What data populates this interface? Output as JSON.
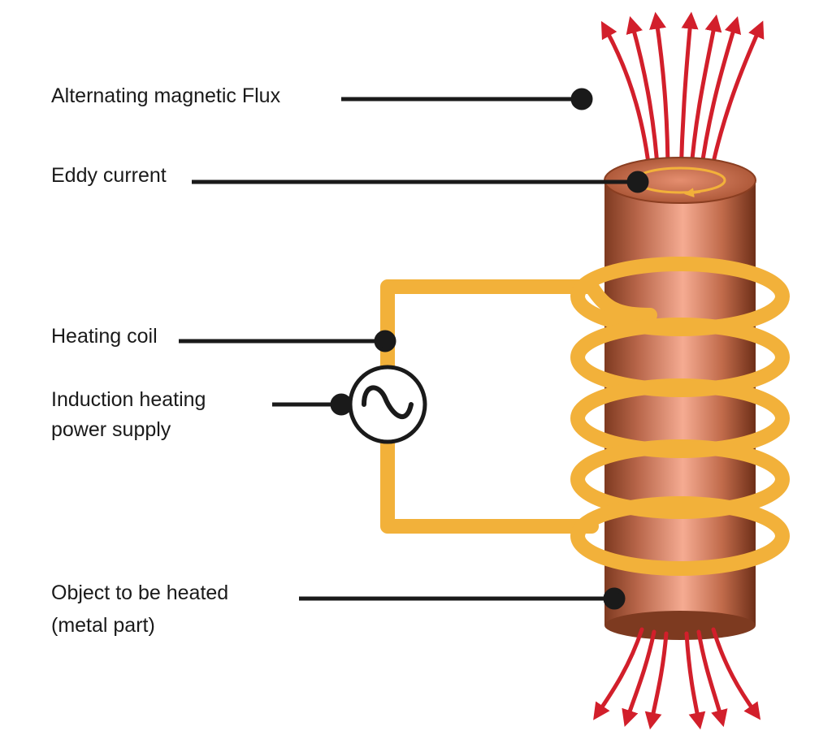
{
  "labels": {
    "flux": "Alternating magnetic Flux",
    "eddy": "Eddy current",
    "coil": "Heating coil",
    "supply_line1": "Induction heating",
    "supply_line2": "power supply",
    "object_line1": "Object to be heated",
    "object_line2": "(metal part)"
  },
  "icons": {
    "ac_source": "ac-sine-wave-icon"
  },
  "colors": {
    "flux_arrows": "#d21f2b",
    "coil": "#f2b13a",
    "copper_dark": "#8a3e21",
    "copper_light": "#f4a98f",
    "leader_lines": "#1a1a1a"
  }
}
